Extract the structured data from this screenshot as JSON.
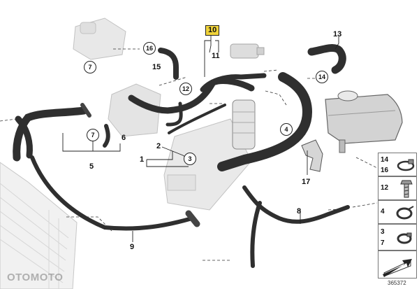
{
  "diagram": {
    "callouts_plain": [
      {
        "id": "1",
        "text": "1"
      },
      {
        "id": "2",
        "text": "2"
      },
      {
        "id": "5",
        "text": "5"
      },
      {
        "id": "6",
        "text": "6"
      },
      {
        "id": "8",
        "text": "8"
      },
      {
        "id": "9",
        "text": "9"
      },
      {
        "id": "11",
        "text": "11"
      },
      {
        "id": "13",
        "text": "13"
      },
      {
        "id": "15",
        "text": "15"
      },
      {
        "id": "17",
        "text": "17"
      }
    ],
    "callouts_circled": [
      {
        "id": "3",
        "text": "3"
      },
      {
        "id": "4",
        "text": "4"
      },
      {
        "id": "7a",
        "text": "7"
      },
      {
        "id": "7b",
        "text": "7"
      },
      {
        "id": "12",
        "text": "12"
      },
      {
        "id": "14",
        "text": "14"
      },
      {
        "id": "16",
        "text": "16"
      }
    ],
    "highlighted_callout": "10",
    "highlight_color": "#f0d33a",
    "hose_color": "#2f2f2f",
    "part_color": "#d9d9d9"
  },
  "legend": {
    "cells": [
      {
        "numbers": [
          "14",
          "16"
        ],
        "icon": "hose-clamp-icon"
      },
      {
        "numbers": [
          "12"
        ],
        "icon": "bolt-icon"
      },
      {
        "numbers": [
          "4"
        ],
        "icon": "spring-clamp-icon"
      },
      {
        "numbers": [
          "3",
          "7"
        ],
        "icon": "small-clamp-icon"
      },
      {
        "numbers": [],
        "icon": "arrow-icon"
      }
    ]
  },
  "footer": {
    "reference_number": "365372",
    "watermark": "OTOMOTO"
  }
}
